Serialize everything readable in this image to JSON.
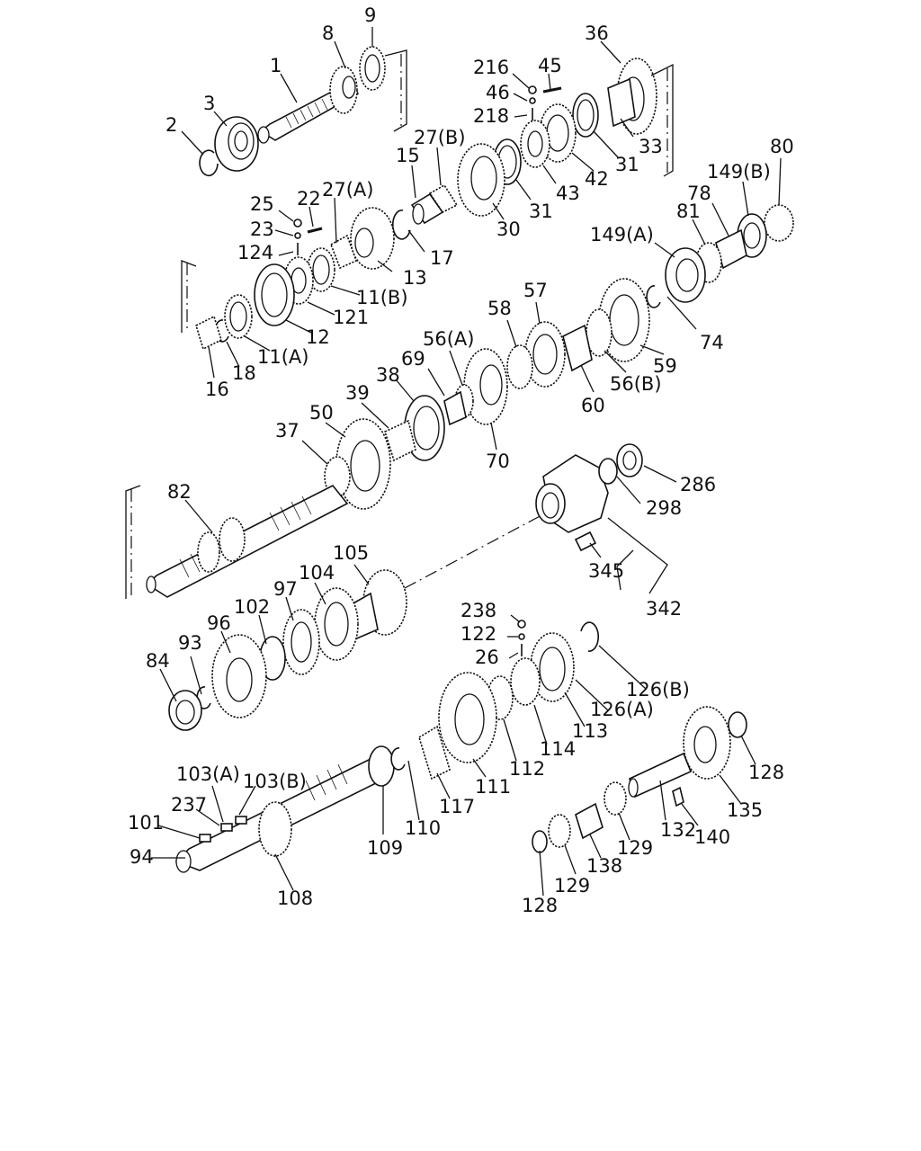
{
  "labels": [
    {
      "text": "9"
    },
    {
      "text": "8"
    },
    {
      "text": "1"
    },
    {
      "text": "3"
    },
    {
      "text": "2"
    },
    {
      "text": "36"
    },
    {
      "text": "216"
    },
    {
      "text": "45"
    },
    {
      "text": "46"
    },
    {
      "text": "218"
    },
    {
      "text": "27(B)"
    },
    {
      "text": "15"
    },
    {
      "text": "33"
    },
    {
      "text": "31"
    },
    {
      "text": "42"
    },
    {
      "text": "43"
    },
    {
      "text": "31"
    },
    {
      "text": "30"
    },
    {
      "text": "80"
    },
    {
      "text": "149(B)"
    },
    {
      "text": "78"
    },
    {
      "text": "81"
    },
    {
      "text": "149(A)"
    },
    {
      "text": "25"
    },
    {
      "text": "22"
    },
    {
      "text": "27(A)"
    },
    {
      "text": "23"
    },
    {
      "text": "124"
    },
    {
      "text": "17"
    },
    {
      "text": "13"
    },
    {
      "text": "11(B)"
    },
    {
      "text": "121"
    },
    {
      "text": "12"
    },
    {
      "text": "11(A)"
    },
    {
      "text": "18"
    },
    {
      "text": "16"
    },
    {
      "text": "57"
    },
    {
      "text": "58"
    },
    {
      "text": "56(A)"
    },
    {
      "text": "69"
    },
    {
      "text": "38"
    },
    {
      "text": "39"
    },
    {
      "text": "50"
    },
    {
      "text": "37"
    },
    {
      "text": "74"
    },
    {
      "text": "59"
    },
    {
      "text": "56(B)"
    },
    {
      "text": "60"
    },
    {
      "text": "70"
    },
    {
      "text": "286"
    },
    {
      "text": "298"
    },
    {
      "text": "82"
    },
    {
      "text": "345"
    },
    {
      "text": "342"
    },
    {
      "text": "105"
    },
    {
      "text": "104"
    },
    {
      "text": "97"
    },
    {
      "text": "102"
    },
    {
      "text": "96"
    },
    {
      "text": "93"
    },
    {
      "text": "84"
    },
    {
      "text": "238"
    },
    {
      "text": "122"
    },
    {
      "text": "26"
    },
    {
      "text": "126(B)"
    },
    {
      "text": "126(A)"
    },
    {
      "text": "113"
    },
    {
      "text": "114"
    },
    {
      "text": "112"
    },
    {
      "text": "111"
    },
    {
      "text": "117"
    },
    {
      "text": "110"
    },
    {
      "text": "109"
    },
    {
      "text": "103(A)"
    },
    {
      "text": "103(B)"
    },
    {
      "text": "237"
    },
    {
      "text": "101"
    },
    {
      "text": "94"
    },
    {
      "text": "108"
    },
    {
      "text": "128"
    },
    {
      "text": "135"
    },
    {
      "text": "140"
    },
    {
      "text": "132"
    },
    {
      "text": "129"
    },
    {
      "text": "138"
    },
    {
      "text": "129"
    },
    {
      "text": "128"
    }
  ]
}
